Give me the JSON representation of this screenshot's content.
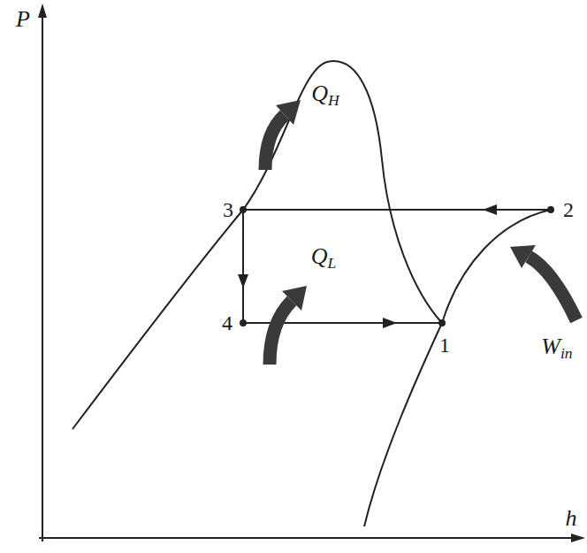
{
  "diagram": {
    "labels": [
      "P",
      "h",
      "QH",
      "QL",
      "Win",
      "3",
      "2",
      "4",
      "1"
    ]
  }
}
